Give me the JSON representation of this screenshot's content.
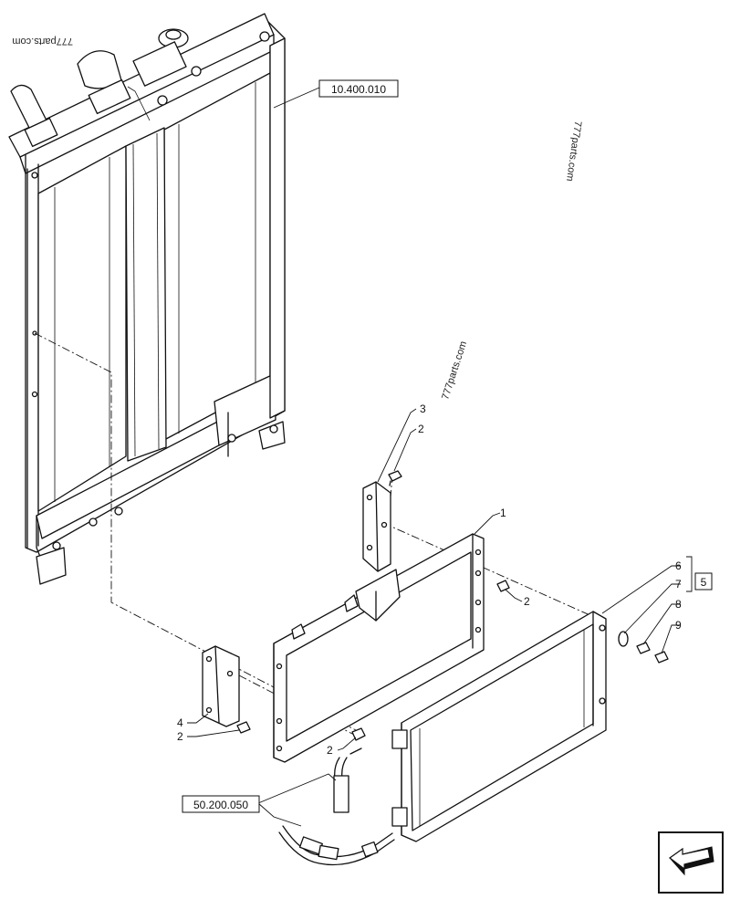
{
  "references": {
    "radiator": "10.400.010",
    "ac_line": "50.200.050"
  },
  "callouts": {
    "c1": "1",
    "c2a": "2",
    "c2b": "2",
    "c2c": "2",
    "c2d": "2",
    "c3": "3",
    "c4": "4",
    "c5": "5",
    "c6": "6",
    "c7": "7",
    "c8": "8",
    "c9": "9"
  },
  "watermarks": {
    "top_left": "777parts.com",
    "top_right": "777parts.com",
    "center": "777parts.com"
  },
  "nav_icon": "arrow-back-icon"
}
